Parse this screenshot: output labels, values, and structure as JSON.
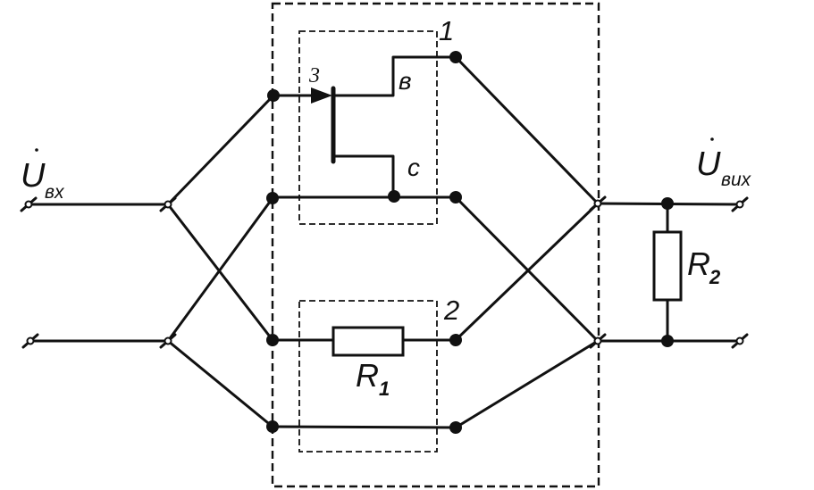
{
  "labels": {
    "u_in_main": "U",
    "u_in_sub": "вх",
    "u_out_main": "U",
    "u_out_sub": "вих",
    "block1": "1",
    "block2": "2",
    "pin3": "3",
    "pin_b": "в",
    "pin_c": "с",
    "r1_main": "R",
    "r1_sub": "1",
    "r2_main": "R",
    "r2_sub": "2"
  }
}
